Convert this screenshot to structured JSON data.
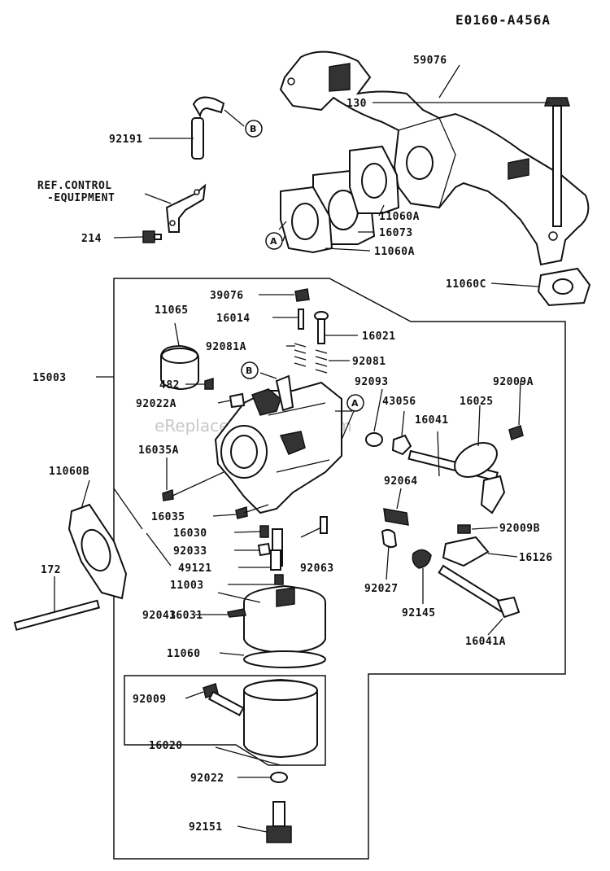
{
  "diagram_code": "E0160-A456A",
  "watermark": "eReplacementParts.com",
  "ref_note": [
    "REF.CONTROL",
    "-EQUIPMENT"
  ],
  "callouts": {
    "a": "A",
    "b": "B"
  },
  "parts": {
    "p59076": "59076",
    "p130": "130",
    "p92191": "92191",
    "p214": "214",
    "p11060A_top": "11060A",
    "p16073": "16073",
    "p11060A_bottom": "11060A",
    "p11060C": "11060C",
    "p39076": "39076",
    "p11065": "11065",
    "p16014": "16014",
    "p16021": "16021",
    "p92081A": "92081A",
    "p92081": "92081",
    "p15003": "15003",
    "p482": "482",
    "p92093": "92093",
    "p92009A": "92009A",
    "p92022A": "92022A",
    "p43056": "43056",
    "p16025": "16025",
    "p16041": "16041",
    "p11060B": "11060B",
    "p16035A": "16035A",
    "p92064": "92064",
    "p16035": "16035",
    "p92009B": "92009B",
    "p16030": "16030",
    "p16126": "16126",
    "p172": "172",
    "p92033": "92033",
    "p49121": "49121",
    "p92063": "92063",
    "p11003": "11003",
    "p92027": "92027",
    "p92145": "92145",
    "p16031": "16031",
    "p16041A": "16041A",
    "p92043": "92043",
    "p11060": "11060",
    "p92009": "92009",
    "p16020": "16020",
    "p92022": "92022",
    "p92151": "92151"
  }
}
